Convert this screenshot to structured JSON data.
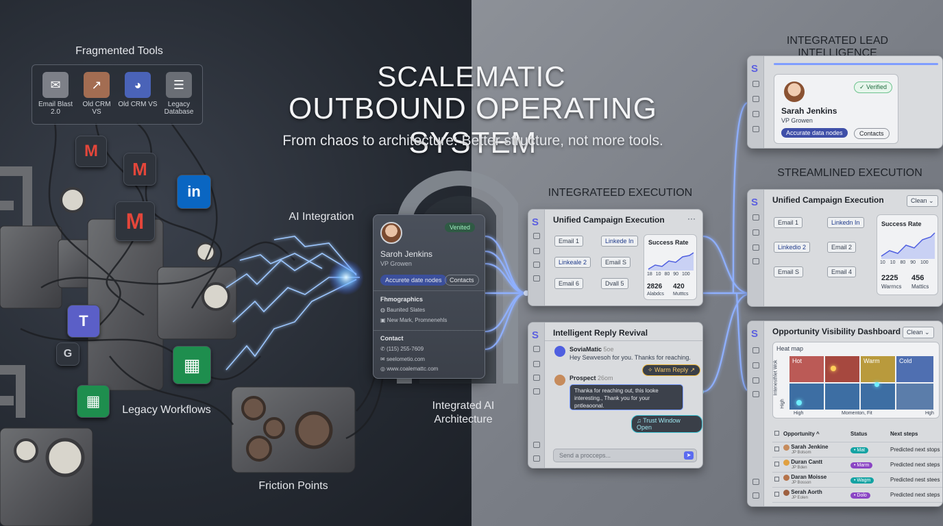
{
  "header": {
    "title_line1": "SCALEMATIC",
    "title_line2": "OUTBOUND OPERATING SYSTEM",
    "subtitle": "From chaos to architecture: Better structure, not more tools."
  },
  "labels": {
    "fragmented_tools": "Fragmented Tools",
    "ai_integration": "AI Integration",
    "legacy_workflows": "Legacy Workflows",
    "friction_points": "Friction Points",
    "integrated_ai_architecture_1": "Integrated AI",
    "integrated_ai_architecture_2": "Architecture",
    "integrated_execution": "INTEGRATEED EXECUTION",
    "integrated_lead_intelligence": "INTEGRATED LEAD INTELLIGENCE",
    "streamlined_execution": "STREAMLINED EXECUTION"
  },
  "tools": [
    {
      "name_1": "Email Blast",
      "name_2": "2.0",
      "icon": "mail-icon",
      "color": "#7d8088"
    },
    {
      "name_1": "Old CRM",
      "name_2": "VS",
      "icon": "chart-icon",
      "color": "#a36d52"
    },
    {
      "name_1": "Old CRM VS",
      "name_2": "",
      "icon": "crm-icon",
      "color": "#4a63b8"
    },
    {
      "name_1": "Legacy",
      "name_2": "Database",
      "icon": "database-icon",
      "color": "#6a6e75"
    }
  ],
  "app_icons": {
    "gmail": "M",
    "linkedin": "in",
    "teams": "T",
    "sheets": "▦",
    "g": "G"
  },
  "mid_card": {
    "verified": "Venited",
    "name": "Saroh Jenkins",
    "role": "VP Growen",
    "btn_primary": "Accurete date nodes",
    "btn_secondary": "Contacts",
    "section1": "Fhmographics",
    "demo1": "Baunited Slates",
    "demo2": "New Mark, Promnenehls",
    "section2": "Contact",
    "phone": "(115) 255-7609",
    "email": "seelometio.com",
    "web": "www.coalemattc.com"
  },
  "lead_panel": {
    "verified": "Verified",
    "name": "Sarah Jenkins",
    "role": "VP Growen",
    "btn_primary": "Accurate data nodes",
    "btn_secondary": "Contacts"
  },
  "campaign_mid": {
    "title": "Unified Campaign Execution",
    "menu": "···",
    "nodes": [
      "Email 1",
      "Linkede In",
      "Linkeale 2",
      "Email S",
      "Email 6",
      "Dvall 5"
    ],
    "chart_title": "Success Rate",
    "axis": [
      "18",
      "10",
      "80",
      "90",
      "100"
    ],
    "stat1_value": "2826",
    "stat1_label": "Alabdcs",
    "stat2_value": "420",
    "stat2_label": "Mutttcs"
  },
  "campaign_right": {
    "title": "Unified Campaign Execution",
    "dropdown": "Clean",
    "nodes": [
      "Email 1",
      "Linkedn In",
      "Linkedio 2",
      "Email 2",
      "Email S",
      "Email 4"
    ],
    "chart_title": "Success Rate",
    "axis": [
      "10",
      "10",
      "80",
      "90",
      "100"
    ],
    "stat1_value": "2225",
    "stat1_label": "Warrncs",
    "stat2_value": "456",
    "stat2_label": "Mattics"
  },
  "reply_panel": {
    "title": "Intelligent Reply Revival",
    "sender": "SoviaMatic",
    "sender_time": "5oe",
    "message": "Hey Sewvesoh for you. Thanks for reaching.",
    "warm_reply": "Warm Reply",
    "prospect": "Prospect",
    "prospect_time": "26om",
    "prospect_msg_1": "Thanka for reaching out, this looke",
    "prospect_msg_2": "interesting., Thank you for your",
    "prospect_msg_3": "pntleaoonal.",
    "trust_window": "Trust Window Open",
    "input_placeholder": "Send a procceps..."
  },
  "dashboard": {
    "title": "Opportunity Visibility Dashboard",
    "dropdown": "Clean",
    "heatmap_label": "Heat map",
    "cells": [
      "Hot",
      "",
      "Warm",
      "Cold"
    ],
    "y_axis": "Intenesthlet Wok",
    "y_high": "High",
    "x_left": "High",
    "x_mid": "Momenton, Fit",
    "x_right": "Hgh",
    "columns": [
      "Opportunity",
      "Status",
      "Next steps"
    ],
    "rows": [
      {
        "name": "Sarah Jenkine",
        "sub": "JP Bolsom",
        "status": "Mat",
        "status_color": "#14a3a3",
        "next": "Predicted next stops"
      },
      {
        "name": "Duran Cantt",
        "sub": "JP Bden",
        "status": "Marm",
        "status_color": "#8b45c4",
        "next": "Predicted next steps"
      },
      {
        "name": "Daran Moisse",
        "sub": "JP Bosson",
        "status": "Wagm",
        "status_color": "#14a3a3",
        "next": "Predicted nest stees"
      },
      {
        "name": "Serah Aorth",
        "sub": "JP Eolen",
        "status": "Dolo",
        "status_color": "#8b45c4",
        "next": "Predicted next steps"
      }
    ]
  },
  "colors": {
    "accent": "#5b5fe0",
    "glow": "#7aa2ff",
    "verified": "#22a35a"
  }
}
